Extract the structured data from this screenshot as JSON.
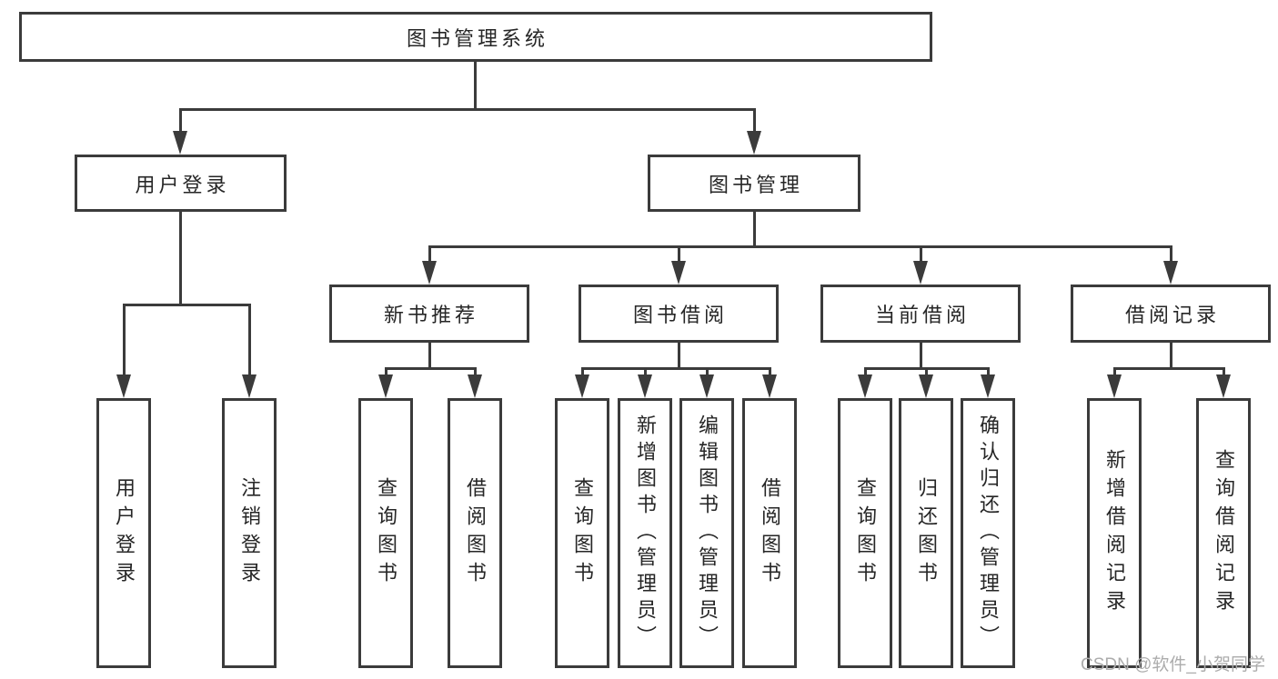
{
  "diagram": {
    "root": "图书管理系统",
    "branches": [
      {
        "label": "用户登录",
        "children": [
          {
            "label": "用户登录"
          },
          {
            "label": "注销登录"
          }
        ]
      },
      {
        "label": "图书管理",
        "children": [
          {
            "label": "新书推荐",
            "children": [
              {
                "label": "查询图书"
              },
              {
                "label": "借阅图书"
              }
            ]
          },
          {
            "label": "图书借阅",
            "children": [
              {
                "label": "查询图书"
              },
              {
                "label": "新增图书（管理员）"
              },
              {
                "label": "编辑图书（管理员）"
              },
              {
                "label": "借阅图书"
              }
            ]
          },
          {
            "label": "当前借阅",
            "children": [
              {
                "label": "查询图书"
              },
              {
                "label": "归还图书"
              },
              {
                "label": "确认归还（管理员）"
              }
            ]
          },
          {
            "label": "借阅记录",
            "children": [
              {
                "label": "新增借阅记录"
              },
              {
                "label": "查询借阅记录"
              }
            ]
          }
        ]
      }
    ]
  },
  "watermark": {
    "text": "CSDN @软件_小贺同学"
  },
  "colors": {
    "line": "#3b3b3b",
    "box_border": "#3b3b3b",
    "text": "#262626",
    "watermark": "#acacac",
    "background": "#ffffff"
  }
}
